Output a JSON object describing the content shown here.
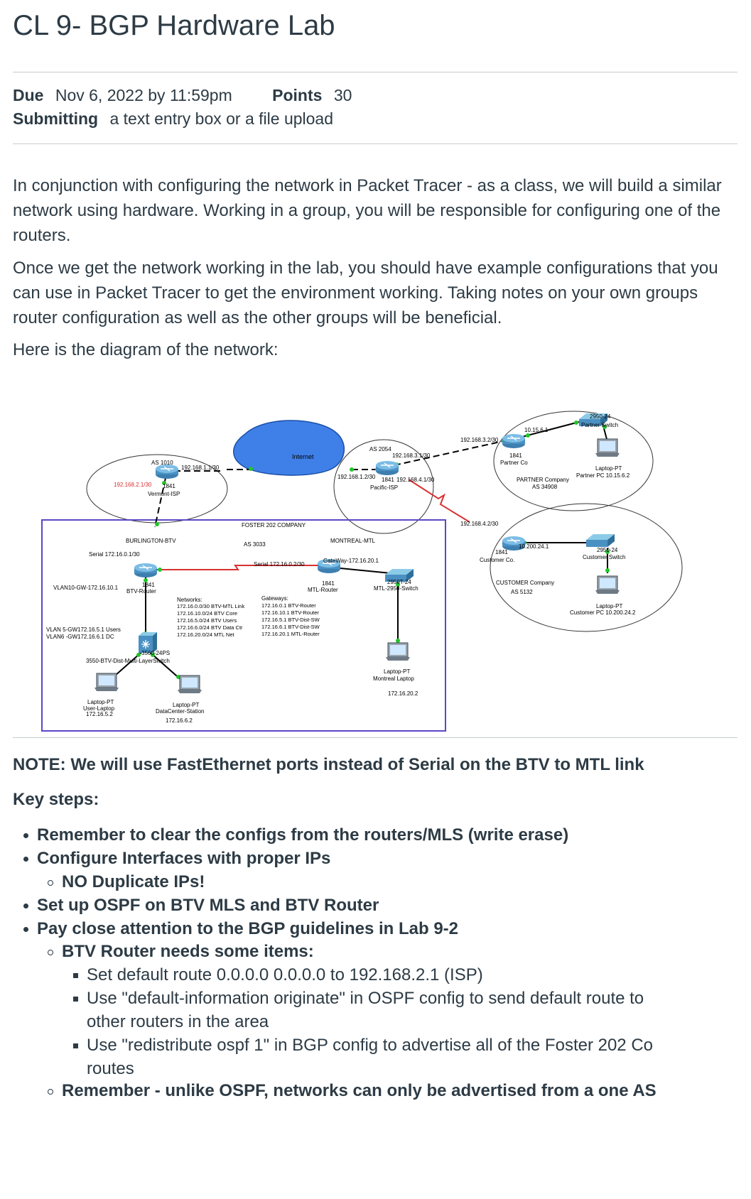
{
  "page": {
    "title": "CL 9- BGP Hardware Lab",
    "due_label": "Due",
    "due_value": "Nov 6, 2022 by 11:59pm",
    "points_label": "Points",
    "points_value": "30",
    "submitting_label": "Submitting",
    "submitting_value": "a text entry box or a file upload"
  },
  "body": {
    "p1": "In conjunction with configuring the network in Packet Tracer - as a class, we will build a similar network using hardware. Working in a group, you will be responsible for configuring one of the routers.",
    "p2": "Once we get the network working in the lab, you should have example configurations that you can use in Packet Tracer to get the environment working.  Taking notes on your own groups router configuration as well as the other groups will be beneficial.",
    "p3": "Here is the diagram of the network:",
    "note": "NOTE: We will use FastEthernet ports instead of Serial on the BTV to MTL link",
    "key_steps": "Key steps:",
    "list": [
      "Remember to clear the configs from the routers/MLS (write erase)",
      "Configure Interfaces with proper IPs",
      "NO Duplicate IPs!",
      "Set up OSPF on BTV MLS and BTV Router",
      "Pay close attention to the BGP guidelines in Lab 9-2",
      "BTV Router needs some items:",
      "Set default route 0.0.0.0 0.0.0.0 to 192.168.2.1 (ISP)",
      "Use \"default-information originate\" in OSPF config to send default route to",
      "other routers in the area",
      "Use \"redistribute ospf 1\" in BGP config to advertise all of the Foster 202 Co",
      "routes",
      "Remember - unlike OSPF, networks can only be advertised from a one AS"
    ]
  },
  "diagram": {
    "internet": "Internet",
    "as1010": "AS 1010",
    "vt_192_1": "192.168.1.1/30",
    "vt_192_2": "192.168.2.1/30",
    "vt_1841": "1841",
    "vt_name": "Vermont-ISP",
    "as2054": "AS 2054",
    "pac_3_1": "192.168.3.1/30",
    "pac_1_2": "192.168.1.2/30",
    "pac_1841": "1841",
    "pac_4_1": "192.168.4.1/30",
    "pac_name": "Pacific-ISP",
    "par_3_2": "192.168.3.2/30",
    "par_10": "10.15.6.1",
    "par_1841": "1841",
    "par_name": "Partner Co",
    "par_company": "PARTNER Company",
    "par_as": "AS 34908",
    "par_sw1": "2950-24",
    "par_sw2": "Partner Switch",
    "par_lap1": "Laptop-PT",
    "par_lap2": "Partner PC 10.15.6.2",
    "cust_4_2": "192.168.4.2/30",
    "cust_10": "10.200.24.1",
    "cust_1841": "1841",
    "cust_name": "Customer Co.",
    "cust_company": "CUSTOMER Company",
    "cust_as": "AS 5132",
    "cust_sw1": "2950-24",
    "cust_sw2": "Customer Switch",
    "cust_lap1": "Laptop-PT",
    "cust_lap2": "Customer PC 10.200.24.2",
    "foster": "FOSTER 202 COMPANY",
    "as3033": "AS 3033",
    "btv_label": "BURLINGTON-BTV",
    "btv_serial": "Serial 172.16.0.1/30",
    "btv_serial2": "Serial 172.16.0.2/30",
    "mtl_label": "MONTREAL-MTL",
    "mtl_gw": "GateWay-172.16.20.1",
    "btv_vlan10": "VLAN10-GW-172.16.10.1",
    "btv_1841": "1841",
    "btv_router": "BTV-Router",
    "mtl_1841": "1841",
    "mtl_router": "MTL-Router",
    "mtl_sw1": "2950T-24",
    "mtl_sw2": "MTL-2950-Switch",
    "networks_title": "Networks:",
    "networks": [
      "172.16.0.0/30 BTV-MTL Link",
      "172.16.10.0/24 BTV Core",
      "172.16.5.0/24 BTV Users",
      "172.16.6.0/24 BTV Data Ctr",
      "172.16.20.0/24 MTL Net"
    ],
    "gateways_title": "Gateways:",
    "gateways": [
      "172.16.0.1 BTV-Router",
      "172.16.10.1 BTV-Router",
      "172.16.5.1  BTV-Dist-SW",
      "172.16.6.1 BTV-Dist-SW",
      "172.16.20.1 MTL-Router"
    ],
    "vlan5": "VLAN 5-GW172.16.5.1 Users",
    "vlan6": "VLAN6 -GW172.16.6.1 DC",
    "mls1": "3560-24PS",
    "mls2": "3550-BTV-Dist-Multi-LayerSwitch",
    "ul1": "Laptop-PT",
    "ul2": "User-Laptop",
    "ul3": "172.16.5.2",
    "dc1": "Laptop-PT",
    "dc2": "DataCenter-Station",
    "dc3": "172.16.6.2",
    "ml1": "Laptop-PT",
    "ml2": "Montreal Laptop",
    "ml3": "172.16.20.2"
  },
  "colors": {
    "text": "#2d3b45",
    "rule": "#c7cdd1",
    "cloud": "#3f80e8",
    "router": "#5aa1cf",
    "red_link": "#d93030",
    "green": "#22c52a",
    "foster_border": "#5a48c8"
  }
}
